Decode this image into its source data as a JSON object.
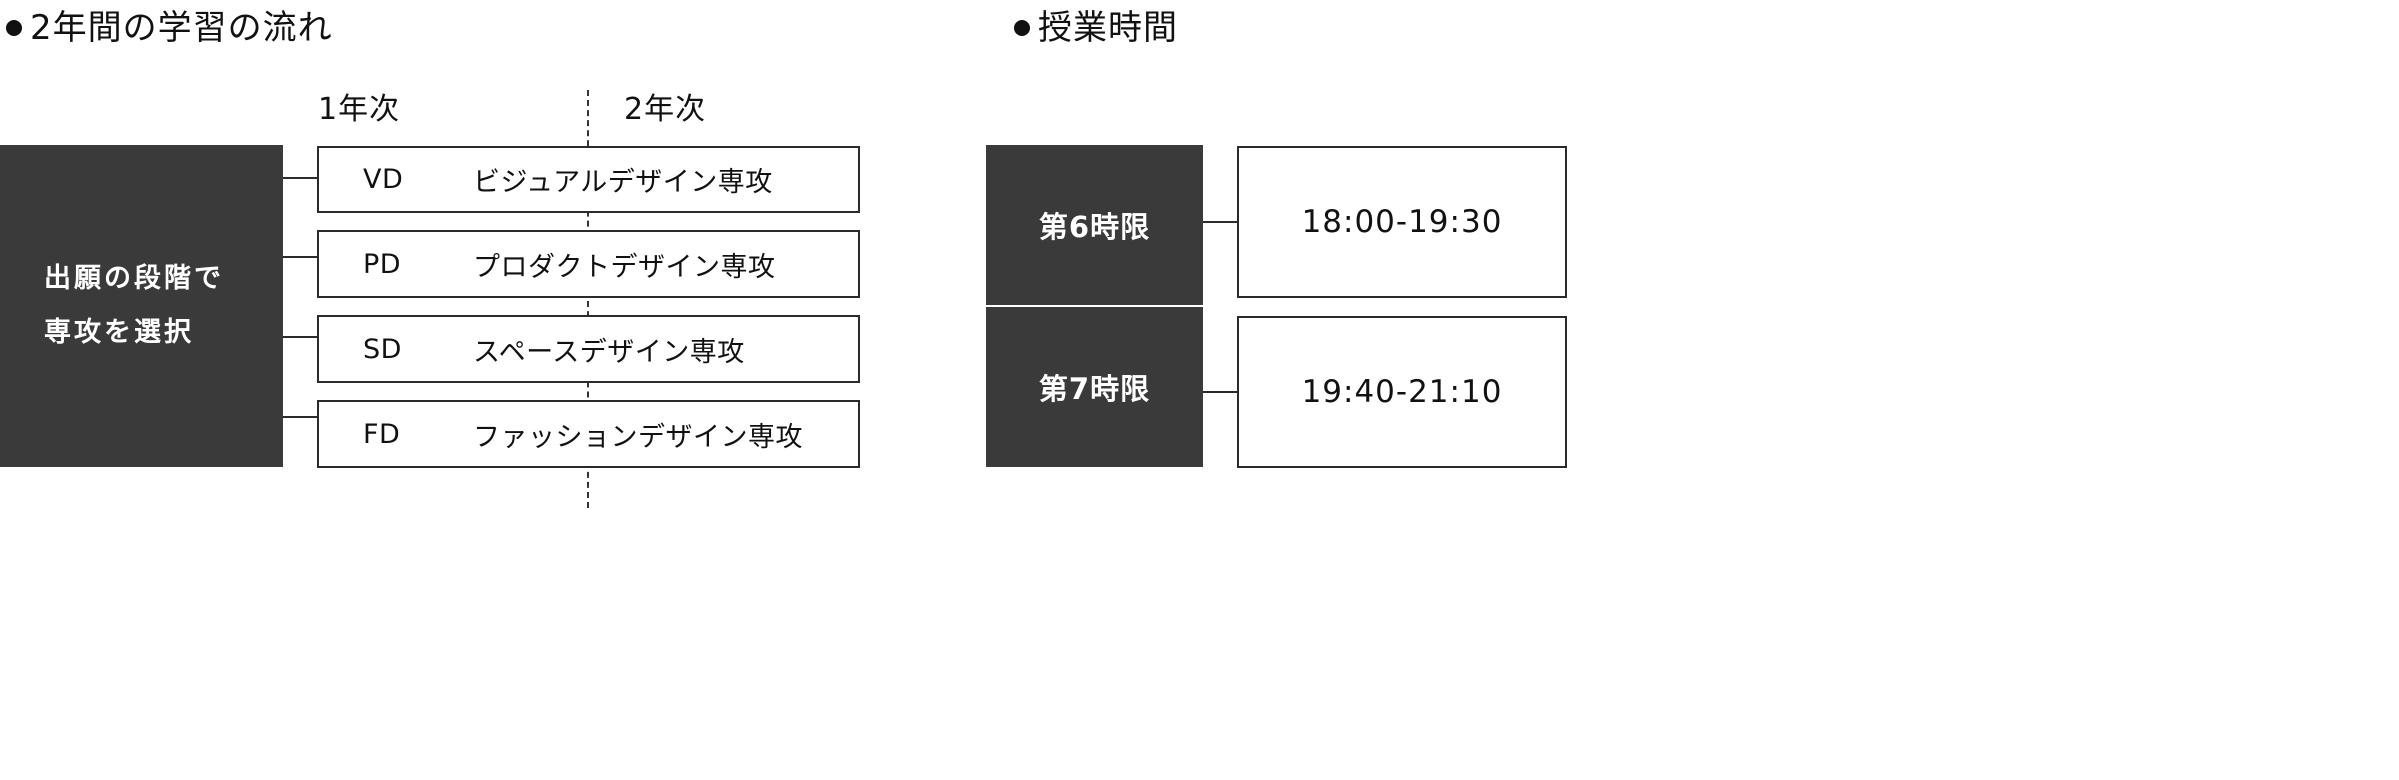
{
  "flow": {
    "heading": "2年間の学習の流れ",
    "year1": "1年次",
    "year2": "2年次",
    "selection": {
      "line1": "出願の段階で",
      "line2": "専攻を選択"
    },
    "courses": [
      {
        "code": "VD",
        "name": "ビジュアルデザイン専攻"
      },
      {
        "code": "PD",
        "name": "プロダクトデザイン専攻"
      },
      {
        "code": "SD",
        "name": "スペースデザイン専攻"
      },
      {
        "code": "FD",
        "name": "ファッションデザイン専攻"
      }
    ]
  },
  "schedule": {
    "heading": "授業時間",
    "periods": [
      {
        "label": "第6時限",
        "time": "18:00-19:30"
      },
      {
        "label": "第7時限",
        "time": "19:40-21:10"
      }
    ]
  },
  "colors": {
    "dark_block": "#3a3a3a",
    "border": "#2b2b2b",
    "text": "#111111"
  }
}
